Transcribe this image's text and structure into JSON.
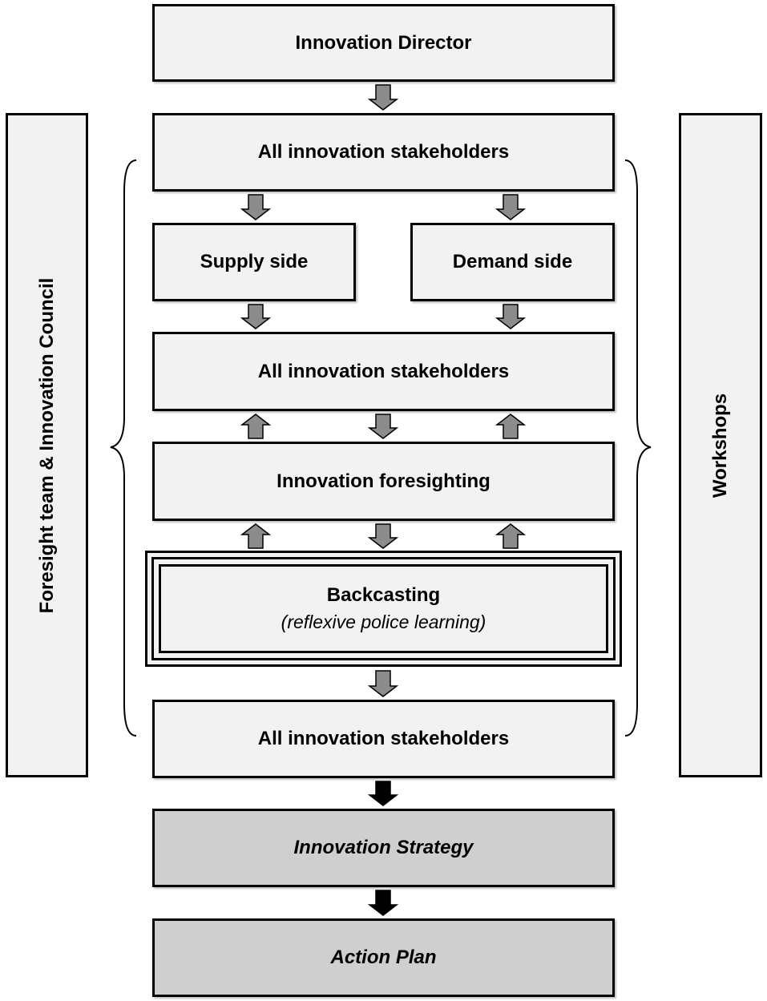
{
  "boxes": {
    "innovation_director": "Innovation Director",
    "stakeholders_1": "All innovation stakeholders",
    "supply_side": "Supply side",
    "demand_side": "Demand side",
    "stakeholders_2": "All innovation stakeholders",
    "innovation_foresighting": "Innovation foresighting",
    "backcasting_title": "Backcasting",
    "backcasting_subtitle": "(reflexive police learning)",
    "stakeholders_3": "All innovation stakeholders",
    "innovation_strategy": "Innovation Strategy",
    "action_plan": "Action Plan"
  },
  "side_panels": {
    "left": "Foresight team & Innovation Council",
    "right": "Workshops"
  },
  "colors": {
    "box_fill": "#f2f2f2",
    "output_fill": "#cfcfcf",
    "gray_arrow": "#8c8c8c",
    "black_arrow": "#000000"
  }
}
